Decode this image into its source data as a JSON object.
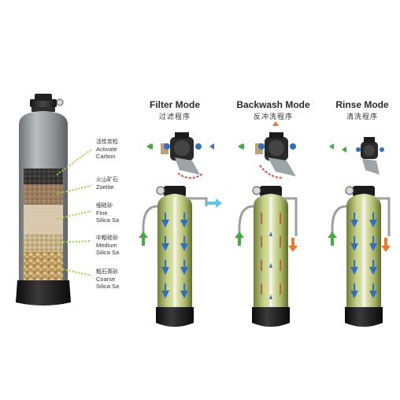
{
  "layers": [
    {
      "cn": "活性炭粒",
      "en1": "Activate",
      "en2": "Carbon"
    },
    {
      "cn": "火山矿石",
      "en1": "Zoelite",
      "en2": ""
    },
    {
      "cn": "细硅砂",
      "en1": "Fine",
      "en2": "Silica Sa"
    },
    {
      "cn": "中粗硅砂",
      "en1": "Medium",
      "en2": "Silica Sa"
    },
    {
      "cn": "粗石英砂",
      "en1": "Coarse",
      "en2": "Silica Sa"
    }
  ],
  "modes": [
    {
      "title": "Filter Mode",
      "subtitle": "过滤程序"
    },
    {
      "title": "Backwash Mode",
      "subtitle": "反冲洗程序"
    },
    {
      "title": "Rinse Mode",
      "subtitle": "清洗程序"
    }
  ],
  "colors": {
    "tank_shell": "#8e9396",
    "tank_base": "#1a1a1a",
    "dashed_line": "#9bd23c",
    "arrow_green": "#3fae3a",
    "arrow_orange": "#e8792e",
    "flow_blue": "#2f6fc4",
    "inlet_cyan": "#5fc6e8"
  }
}
